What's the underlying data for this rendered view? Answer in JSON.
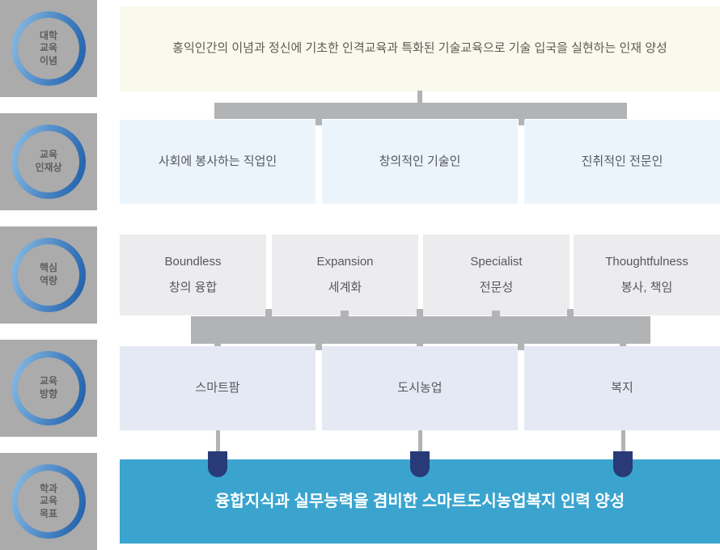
{
  "palette": {
    "sidebar_square": "#ababab",
    "connector_gray": "#b2b3b5",
    "philosophy_bg": "#faf9ed",
    "talent_box_bg": "#ecf4fb",
    "competency_box_bg": "#ececee",
    "specialization_box_bg": "#e5e9f3",
    "goal_bg": "#3aa4cf",
    "arrow_head_navy": "#283a78",
    "ring_gradient_start": "#8fbee3",
    "ring_gradient_end": "#1c5ba8",
    "body_text_gray": "#55585c"
  },
  "sidebar": {
    "items": [
      {
        "label": "대학\n교육\n이념"
      },
      {
        "label": "교육\n인재상"
      },
      {
        "label": "핵심\n역량"
      },
      {
        "label": "교육\n방향"
      },
      {
        "label": "학과\n교육\n목표"
      }
    ]
  },
  "flow": {
    "philosophy": "홍익인간의 이념과 정신에 기초한 인격교육과 특화된 기술교육으로 기술 입국을 실현하는 인재 양성",
    "talents": [
      "사회에 봉사하는 직업인",
      "창의적인 기술인",
      "진취적인 전문인"
    ],
    "competencies": [
      {
        "en": "Boundless",
        "ko": "창의 융합"
      },
      {
        "en": "Expansion",
        "ko": "세계화"
      },
      {
        "en": "Specialist",
        "ko": "전문성"
      },
      {
        "en": "Thoughtfulness",
        "ko": "봉사, 책임"
      }
    ],
    "specializations": [
      "스마트팜",
      "도시농업",
      "복지"
    ],
    "goal": "융합지식과 실무능력을 겸비한 스마트도시농업복지 인력 양성"
  }
}
